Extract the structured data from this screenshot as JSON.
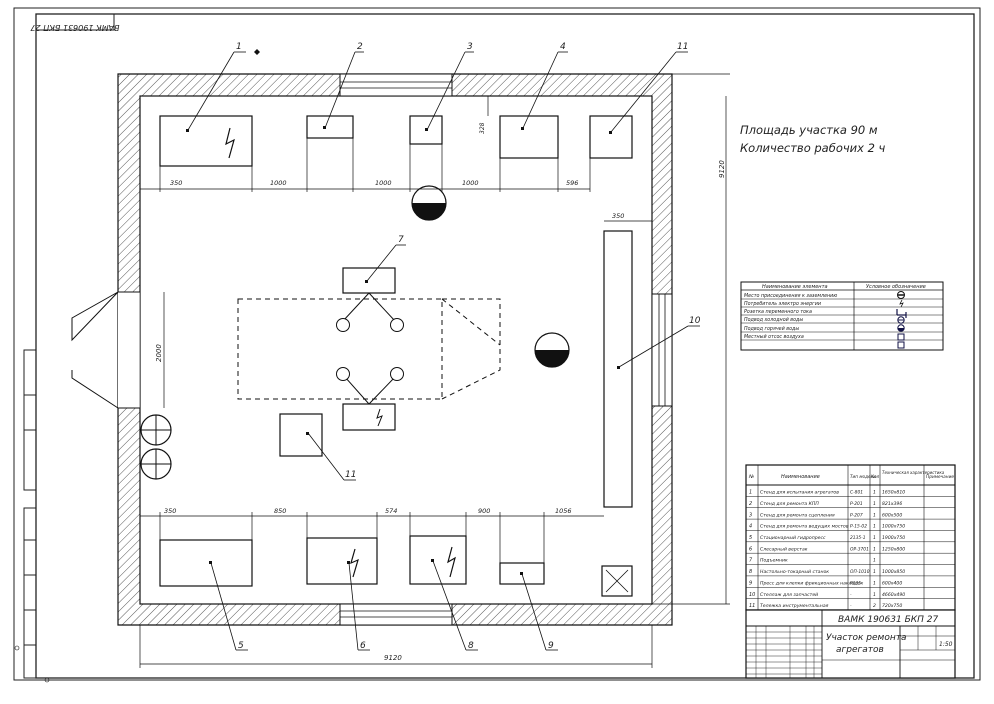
{
  "header": {
    "stamp_mirrored": "ВАМК 190631 БКП 27"
  },
  "area_note": {
    "line1": "Площадь участка 90 м",
    "line2": "Количество рабочих 2 ч"
  },
  "dimensions": {
    "top_gaps": [
      "350",
      "1000",
      "1000",
      "1000",
      "596"
    ],
    "bottom_gaps": [
      "350",
      "850",
      "574",
      "900",
      "1056"
    ],
    "right_gap": "350",
    "small_vertical": "328",
    "total_width": "9120",
    "total_height": "9120",
    "door_height": "2000"
  },
  "callouts": [
    "1",
    "2",
    "3",
    "4",
    "11",
    "7",
    "10",
    "11",
    "5",
    "6",
    "8",
    "9"
  ],
  "legend_table": {
    "header": [
      "Наименование элемента",
      "Условное обозначение"
    ],
    "rows": [
      "Место присоединения к заземлению",
      "Потребитель электро энергии",
      "Розетка переменного тока",
      "Подвод холодной воды",
      "Подвод горячей воды",
      "Местный отсос воздуха"
    ]
  },
  "equipment_table": {
    "header": [
      "№",
      "Наименование",
      "Тип модели",
      "Кол",
      "Техническая характеристика",
      "Примечание"
    ],
    "rows": [
      [
        "1",
        "Стенд для испытания агрегатов",
        "С-801",
        "1",
        "1650х810",
        ""
      ],
      [
        "2",
        "Стенд для ремонта КПП",
        "Р-201",
        "1",
        "821х396",
        ""
      ],
      [
        "3",
        "Стенд для ремонта сцепления",
        "Р-207",
        "1",
        "600х500",
        ""
      ],
      [
        "4",
        "Стенд для ремонта ведущих мостов",
        "Р-15-02",
        "1",
        "1000х750",
        ""
      ],
      [
        "5",
        "Стационарный гидропресс",
        "2135-1",
        "1",
        "1900х750",
        ""
      ],
      [
        "6",
        "Слесарный верстак",
        "ОР-3701",
        "1",
        "1250х800",
        ""
      ],
      [
        "7",
        "Подъемник",
        "",
        "1",
        "",
        ""
      ],
      [
        "8",
        "Настольно-токарный станок",
        "ОП-1010",
        "1",
        "1000х850",
        ""
      ],
      [
        "9",
        "Пресс для клепки фрикционных накладок",
        "Р335",
        "1",
        "600х400",
        ""
      ],
      [
        "10",
        "Стеллаж для запчастей",
        "-",
        "1",
        "4660х490",
        ""
      ],
      [
        "11",
        "Тележка инструментальная",
        "-",
        "2",
        "720х750",
        ""
      ]
    ]
  },
  "title_block": {
    "code": "ВАМК 190631 БКП 27",
    "name_line1": "Участок ремонта",
    "name_line2": "агрегатов",
    "scale": "1:50"
  }
}
